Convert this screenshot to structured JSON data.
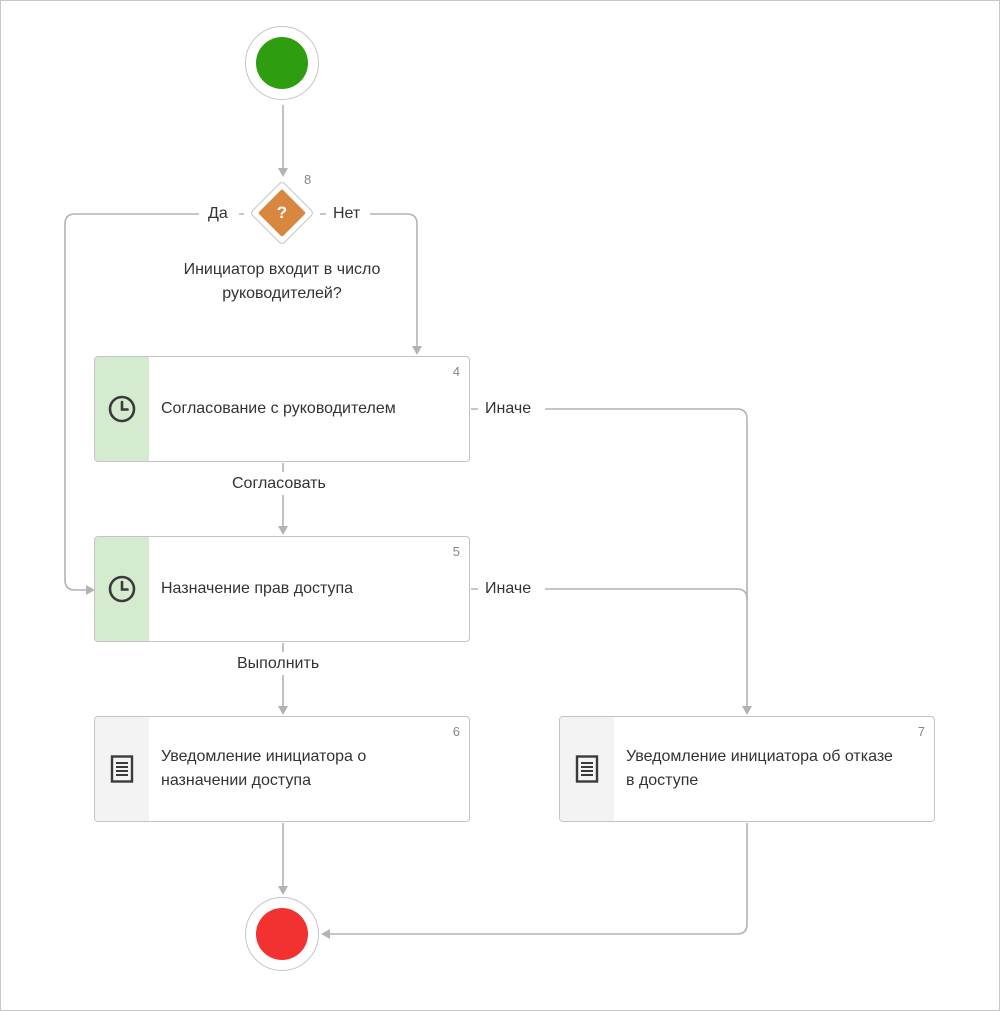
{
  "colors": {
    "start_event": "#2e9e10",
    "end_event": "#f23131",
    "gateway": "#d8873f",
    "user_task_stripe": "#d5ebd0",
    "notify_task_stripe": "#f3f3f3",
    "connector": "#b3b3b3"
  },
  "start_event": {
    "icon": "start-event-circle"
  },
  "end_event": {
    "icon": "end-event-circle"
  },
  "gateway": {
    "number": "8",
    "symbol": "?",
    "question": "Инициатор входит в число руководителей?",
    "yes_label": "Да",
    "no_label": "Нет"
  },
  "tasks": [
    {
      "number": "4",
      "label": "Согласование с руководителем",
      "icon": "clock-icon",
      "other_label": "Иначе",
      "out_label": "Согласовать"
    },
    {
      "number": "5",
      "label": "Назначение прав доступа",
      "icon": "clock-icon",
      "other_label": "Иначе",
      "out_label": "Выполнить"
    },
    {
      "number": "6",
      "label": "Уведомление инициатора о назначении доступа",
      "icon": "document-icon"
    },
    {
      "number": "7",
      "label": "Уведомление инициатора об отказе в доступе",
      "icon": "document-icon"
    }
  ]
}
